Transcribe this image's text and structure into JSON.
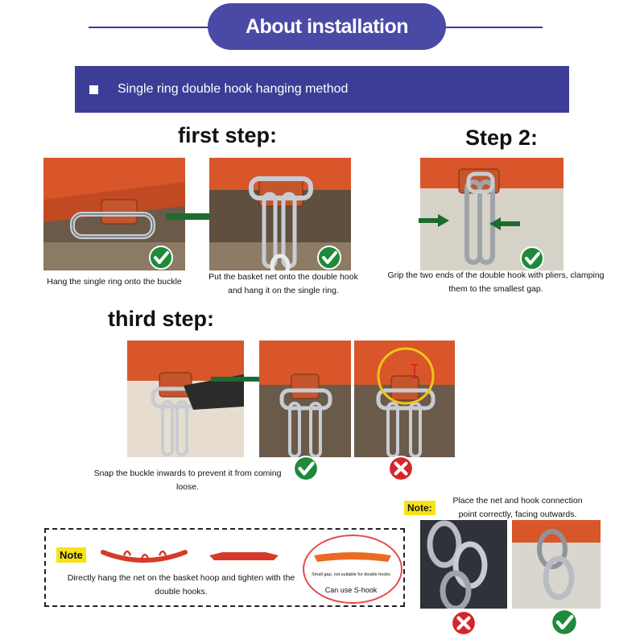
{
  "header": {
    "title": "About installation",
    "method": "Single ring double hook hanging method"
  },
  "steps": {
    "first": {
      "title": "first step:",
      "captions": [
        "Hang the single ring onto the buckle",
        "Put the basket net onto the double hook and hang it on the single ring."
      ]
    },
    "second": {
      "title": "Step 2:",
      "caption": "Grip the two ends of the double hook with pliers, clamping them to the smallest gap."
    },
    "third": {
      "title": "third step:",
      "caption": "Snap the buckle inwards to prevent it from coming loose."
    }
  },
  "note_right": {
    "tag": "Note:",
    "text": "Place the net and hook connection point correctly, facing outwards."
  },
  "note_box": {
    "tag": "Note",
    "caption": "Directly hang the net on the basket hoop and tighten with the double hooks.",
    "small_text": "Small gap, not suitable for double hooks",
    "s_hook_text": "Can use S-hook"
  },
  "colors": {
    "brand": "#4a4aa6",
    "band": "#3d3d98",
    "hoop_orange": "#d8562a",
    "check_green": "#1e8a3a",
    "cross_red": "#d8232a",
    "note_yellow": "#f7e21a"
  }
}
